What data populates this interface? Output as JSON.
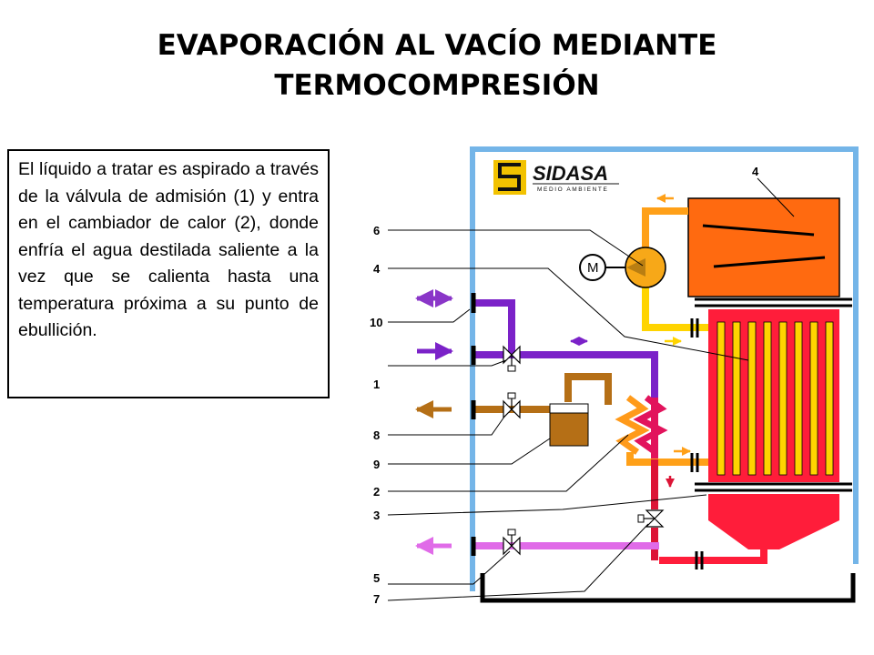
{
  "slide": {
    "title_line1": "EVAPORACIÓN AL VACÍO MEDIANTE",
    "title_line2": "TERMOCOMPRESIÓN"
  },
  "text_box": {
    "body": "El líquido a tratar es aspirado a través de la válvula de admisión (1) y entra en el cambiador de calor (2), donde enfría el agua destilada saliente a la vez que se calienta hasta una temperatura próxima a su punto de ebullición."
  },
  "logo": {
    "name": "SIDASA",
    "subtitle": "MEDIO AMBIENTE"
  },
  "motor_label": "M",
  "callouts": {
    "evaporator_top": "4",
    "compressor": "6",
    "evaporator_tubes": "4",
    "line_10": "10",
    "valve_1": "1",
    "tank_8": "8",
    "line_9": "9",
    "exchanger_2": "2",
    "bottom_3": "3",
    "valve_5": "5",
    "valve_7": "7"
  },
  "colors": {
    "frame_blue": "#74B5E8",
    "evaporator_orange": "#FF6A10",
    "tube_red": "#FF1D3A",
    "tube_yellow": "#FFD400",
    "purple": "#7B22C8",
    "brown": "#B56F16",
    "orange_line": "#FFA018",
    "pink": "#E06BE8",
    "crimson": "#DC1436",
    "dark_red": "#B4102A"
  }
}
